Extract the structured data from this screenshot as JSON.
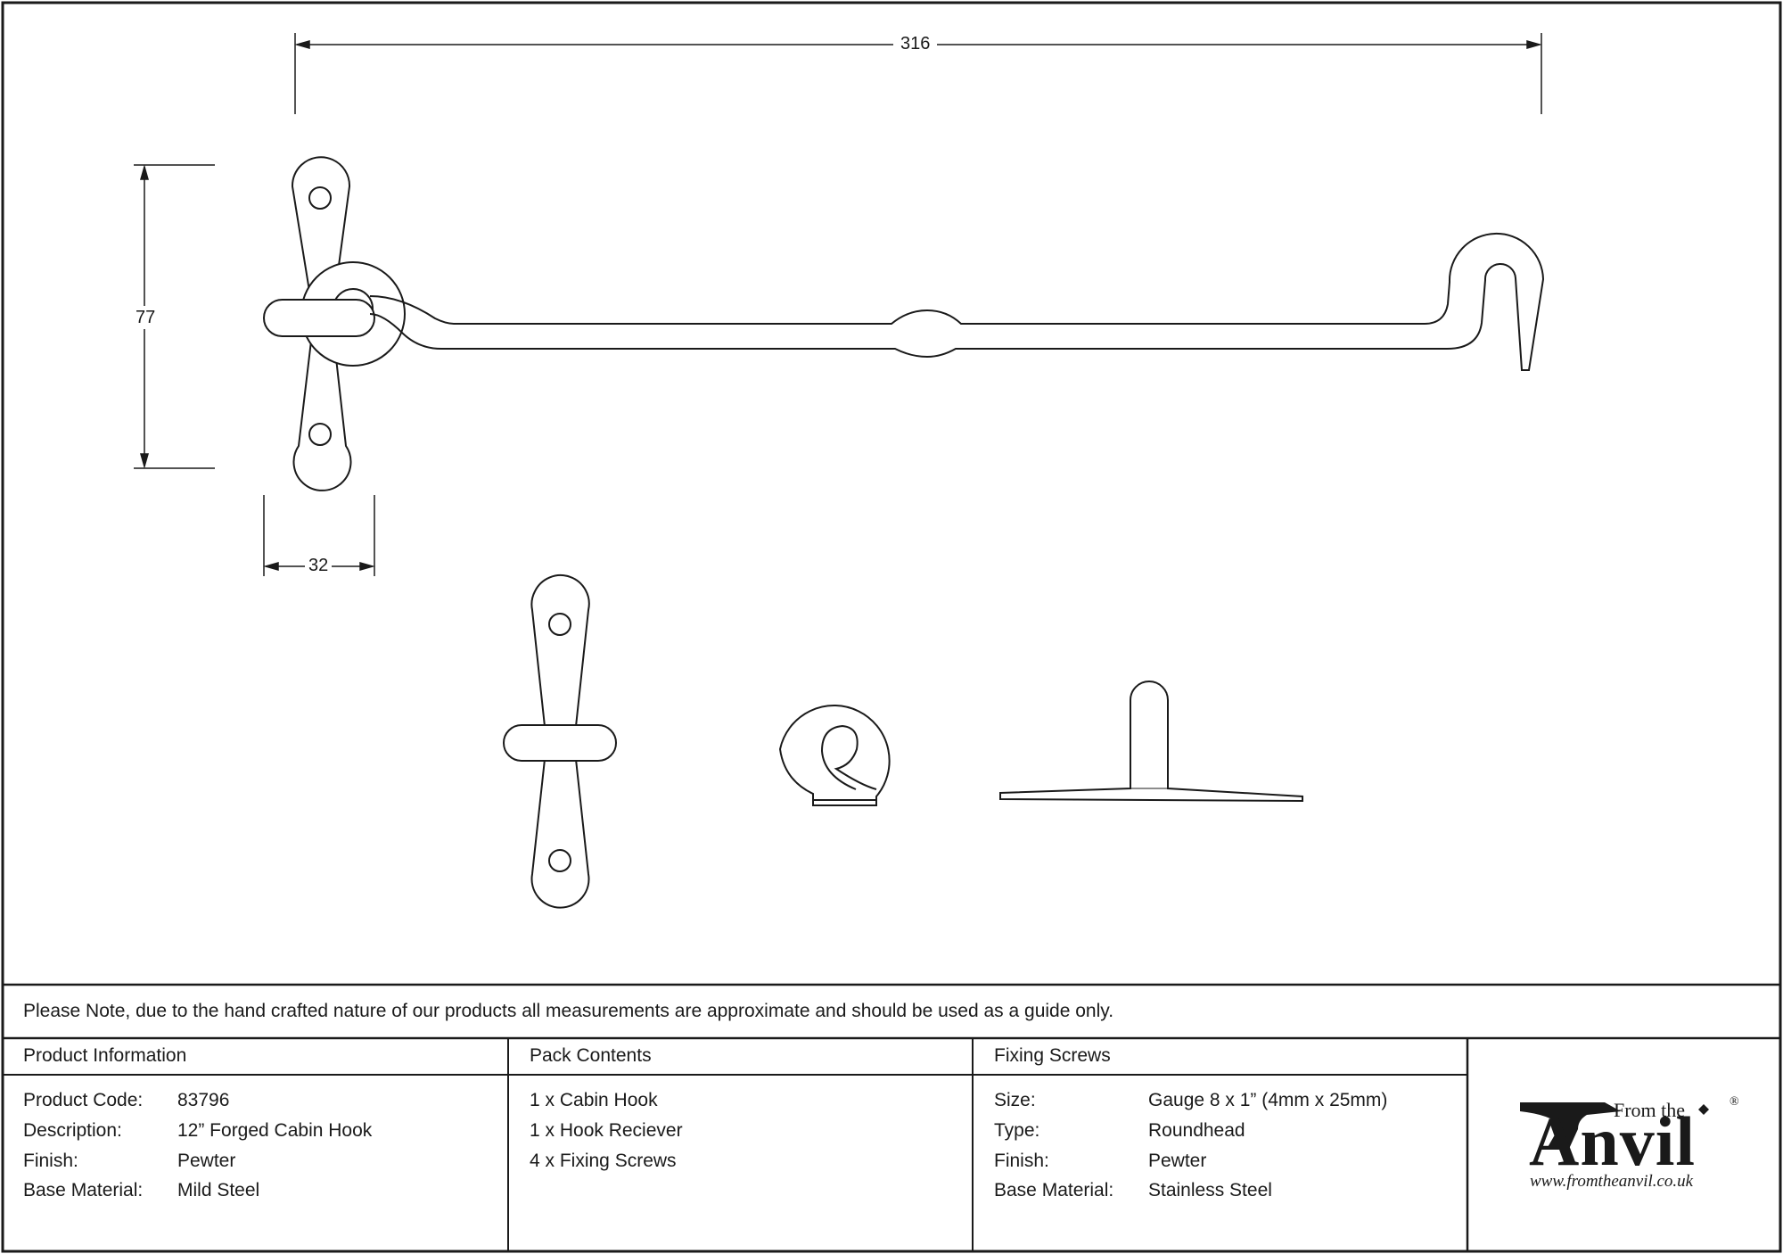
{
  "dimensions": {
    "length": "316",
    "height": "77",
    "plate_width": "32"
  },
  "note": "Please Note, due to the hand crafted nature of our products all measurements are approximate and should be used as a guide only.",
  "product_information": {
    "header": "Product Information",
    "rows": [
      {
        "label": "Product Code:",
        "value": "83796"
      },
      {
        "label": "Description:",
        "value": "12” Forged Cabin Hook"
      },
      {
        "label": "Finish:",
        "value": "Pewter"
      },
      {
        "label": "Base Material:",
        "value": "Mild Steel"
      }
    ]
  },
  "pack_contents": {
    "header": "Pack Contents",
    "items": [
      "1 x Cabin Hook",
      "1 x Hook Reciever",
      "4 x Fixing Screws"
    ]
  },
  "fixing_screws": {
    "header": "Fixing Screws",
    "rows": [
      {
        "label": "Size:",
        "value": "Gauge 8 x 1” (4mm x 25mm)"
      },
      {
        "label": "Type:",
        "value": "Roundhead"
      },
      {
        "label": "Finish:",
        "value": "Pewter"
      },
      {
        "label": "Base Material:",
        "value": "Stainless Steel"
      }
    ]
  },
  "logo": {
    "from_the": "From the",
    "name": "Anvil",
    "registered": "®",
    "url": "www.fromtheanvil.co.uk"
  },
  "colors": {
    "line": "#1a1a1a",
    "background": "#ffffff"
  }
}
